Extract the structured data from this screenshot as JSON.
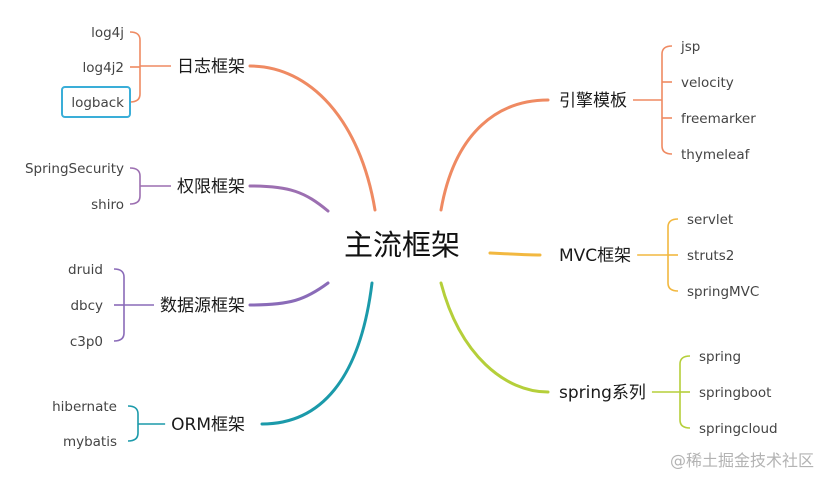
{
  "central": "主流框架",
  "watermark": "@稀土掘金技术社区",
  "branches": [
    {
      "id": "log",
      "label": "日志框架",
      "color": "#ef8a62",
      "leaves": [
        "log4j",
        "log4j2",
        "logback"
      ],
      "highlighted_leaf": "logback",
      "highlight_color": "#3aaed8"
    },
    {
      "id": "auth",
      "label": "权限框架",
      "color": "#9c6fb1",
      "leaves": [
        "SpringSecurity",
        "shiro"
      ]
    },
    {
      "id": "ds",
      "label": "数据源框架",
      "color": "#8a6bb8",
      "leaves": [
        "druid",
        "dbcy",
        "c3p0"
      ]
    },
    {
      "id": "orm",
      "label": "ORM框架",
      "color": "#1b9aaa",
      "leaves": [
        "hibernate",
        "mybatis"
      ]
    },
    {
      "id": "tpl",
      "label": "引擎模板",
      "color": "#ef8a62",
      "leaves": [
        "jsp",
        "velocity",
        "freemarker",
        "thymeleaf"
      ]
    },
    {
      "id": "mvc",
      "label": "MVC框架",
      "color": "#f2b840",
      "leaves": [
        "servlet",
        "struts2",
        "springMVC"
      ]
    },
    {
      "id": "spring",
      "label": "spring系列",
      "color": "#b5cf3a",
      "leaves": [
        "spring",
        "springboot",
        "springcloud"
      ]
    }
  ]
}
